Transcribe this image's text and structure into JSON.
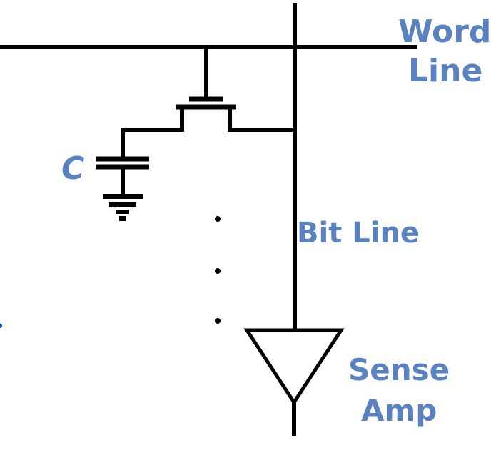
{
  "diagram": {
    "title": "DRAM cell",
    "colors": {
      "wire": "#000000",
      "label": "#5a82c0",
      "background": "#ffffff",
      "stray_mark": "#1a3fbf"
    },
    "labels": {
      "word_line_1": "Word",
      "word_line_2": "Line",
      "bit_line": "Bit Line",
      "capacitor": "C",
      "sense_amp_1": "Sense",
      "sense_amp_2": "Amp"
    },
    "components": [
      {
        "id": "word-line",
        "type": "wire",
        "label": "Word Line"
      },
      {
        "id": "bit-line",
        "type": "wire",
        "label": "Bit Line"
      },
      {
        "id": "access-transistor",
        "type": "nmos-transistor"
      },
      {
        "id": "storage-capacitor",
        "type": "capacitor",
        "label": "C"
      },
      {
        "id": "ground",
        "type": "ground"
      },
      {
        "id": "sense-amplifier",
        "type": "amplifier",
        "label": "Sense Amp"
      },
      {
        "id": "ellipsis",
        "type": "continuation-dots",
        "count": 3
      }
    ]
  }
}
